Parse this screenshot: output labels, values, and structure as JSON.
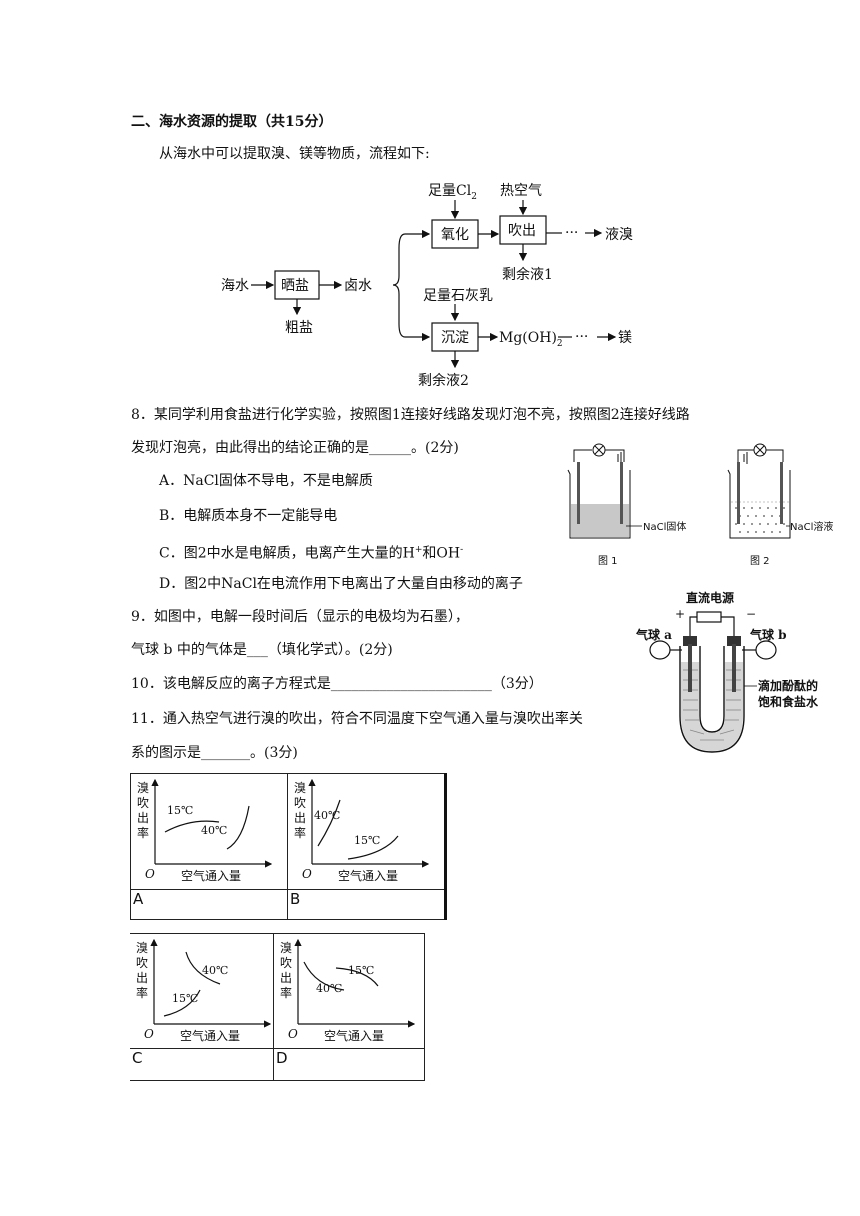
{
  "section": {
    "title": "二、海水资源的提取（共15分）",
    "intro": "从海水中可以提取溴、镁等物质，流程如下:"
  },
  "flow": {
    "seawater": "海水",
    "evaporate": "晒盐",
    "crude_salt": "粗盐",
    "brine": "卤水",
    "cl2": "足量Cl",
    "cl2_sub": "2",
    "hot_air": "热空气",
    "oxidize": "氧化",
    "blow": "吹出",
    "dots": "···",
    "liquid_br": "液溴",
    "residue1": "剩余液1",
    "lime": "足量石灰乳",
    "precipitate": "沉淀",
    "mgoh_pre": "Mg(OH)",
    "mgoh_sub": "2",
    "mg": "镁",
    "residue2": "剩余液2"
  },
  "q8": {
    "line1": "8．某同学利用食盐进行化学实验，按照图1连接好线路发现灯泡不亮，按照图2连接好线路",
    "line2": "发现灯泡亮，由此得出的结论正确的是______。(2分)",
    "optA": "A．NaCl固体不导电，不是电解质",
    "optB": "B．电解质本身不一定能导电",
    "optC_pre": "C．图2中水是电解质，电离产生大量的H",
    "optC_sup1": "+",
    "optC_mid": "和OH",
    "optC_sup2": "-",
    "optD": "D．图2中NaCl在电流作用下电离出了大量自由移动的离子",
    "fig1_label": "NaCl固体",
    "fig2_label": "NaCl溶液",
    "fig1_caption": "图 1",
    "fig2_caption": "图 2"
  },
  "q9": {
    "line1": "9．如图中，电解一段时间后（显示的电极均为石墨），",
    "line2": "气球 b 中的气体是___（填化学式）。(2分)"
  },
  "q10": {
    "text": "10．该电解反应的离子方程式是_______________________（3分）"
  },
  "q11": {
    "line1": "11．通入热空气进行溴的吹出，符合不同温度下空气通入量与溴吹出率关",
    "line2": "系的图示是_______。(3分)"
  },
  "electrolysis": {
    "power": "直流电源",
    "plus": "+",
    "minus": "−",
    "balloon_a": "气球 a",
    "balloon_b": "气球 b",
    "solution_line1": "滴加酚酞的",
    "solution_line2": "饱和食盐水"
  },
  "graphs": {
    "ylabel": [
      "溴",
      "吹",
      "出",
      "率"
    ],
    "xlabel": "空气通入量",
    "origin": "O",
    "A": {
      "label": "A",
      "upper": "15℃",
      "lower": "40℃"
    },
    "B": {
      "label": "B",
      "upper": "40℃",
      "lower": "15℃"
    },
    "C": {
      "label": "C",
      "upper": "40℃",
      "lower": "15℃"
    },
    "D": {
      "label": "D",
      "upper": "15℃",
      "lower": "40℃"
    }
  }
}
